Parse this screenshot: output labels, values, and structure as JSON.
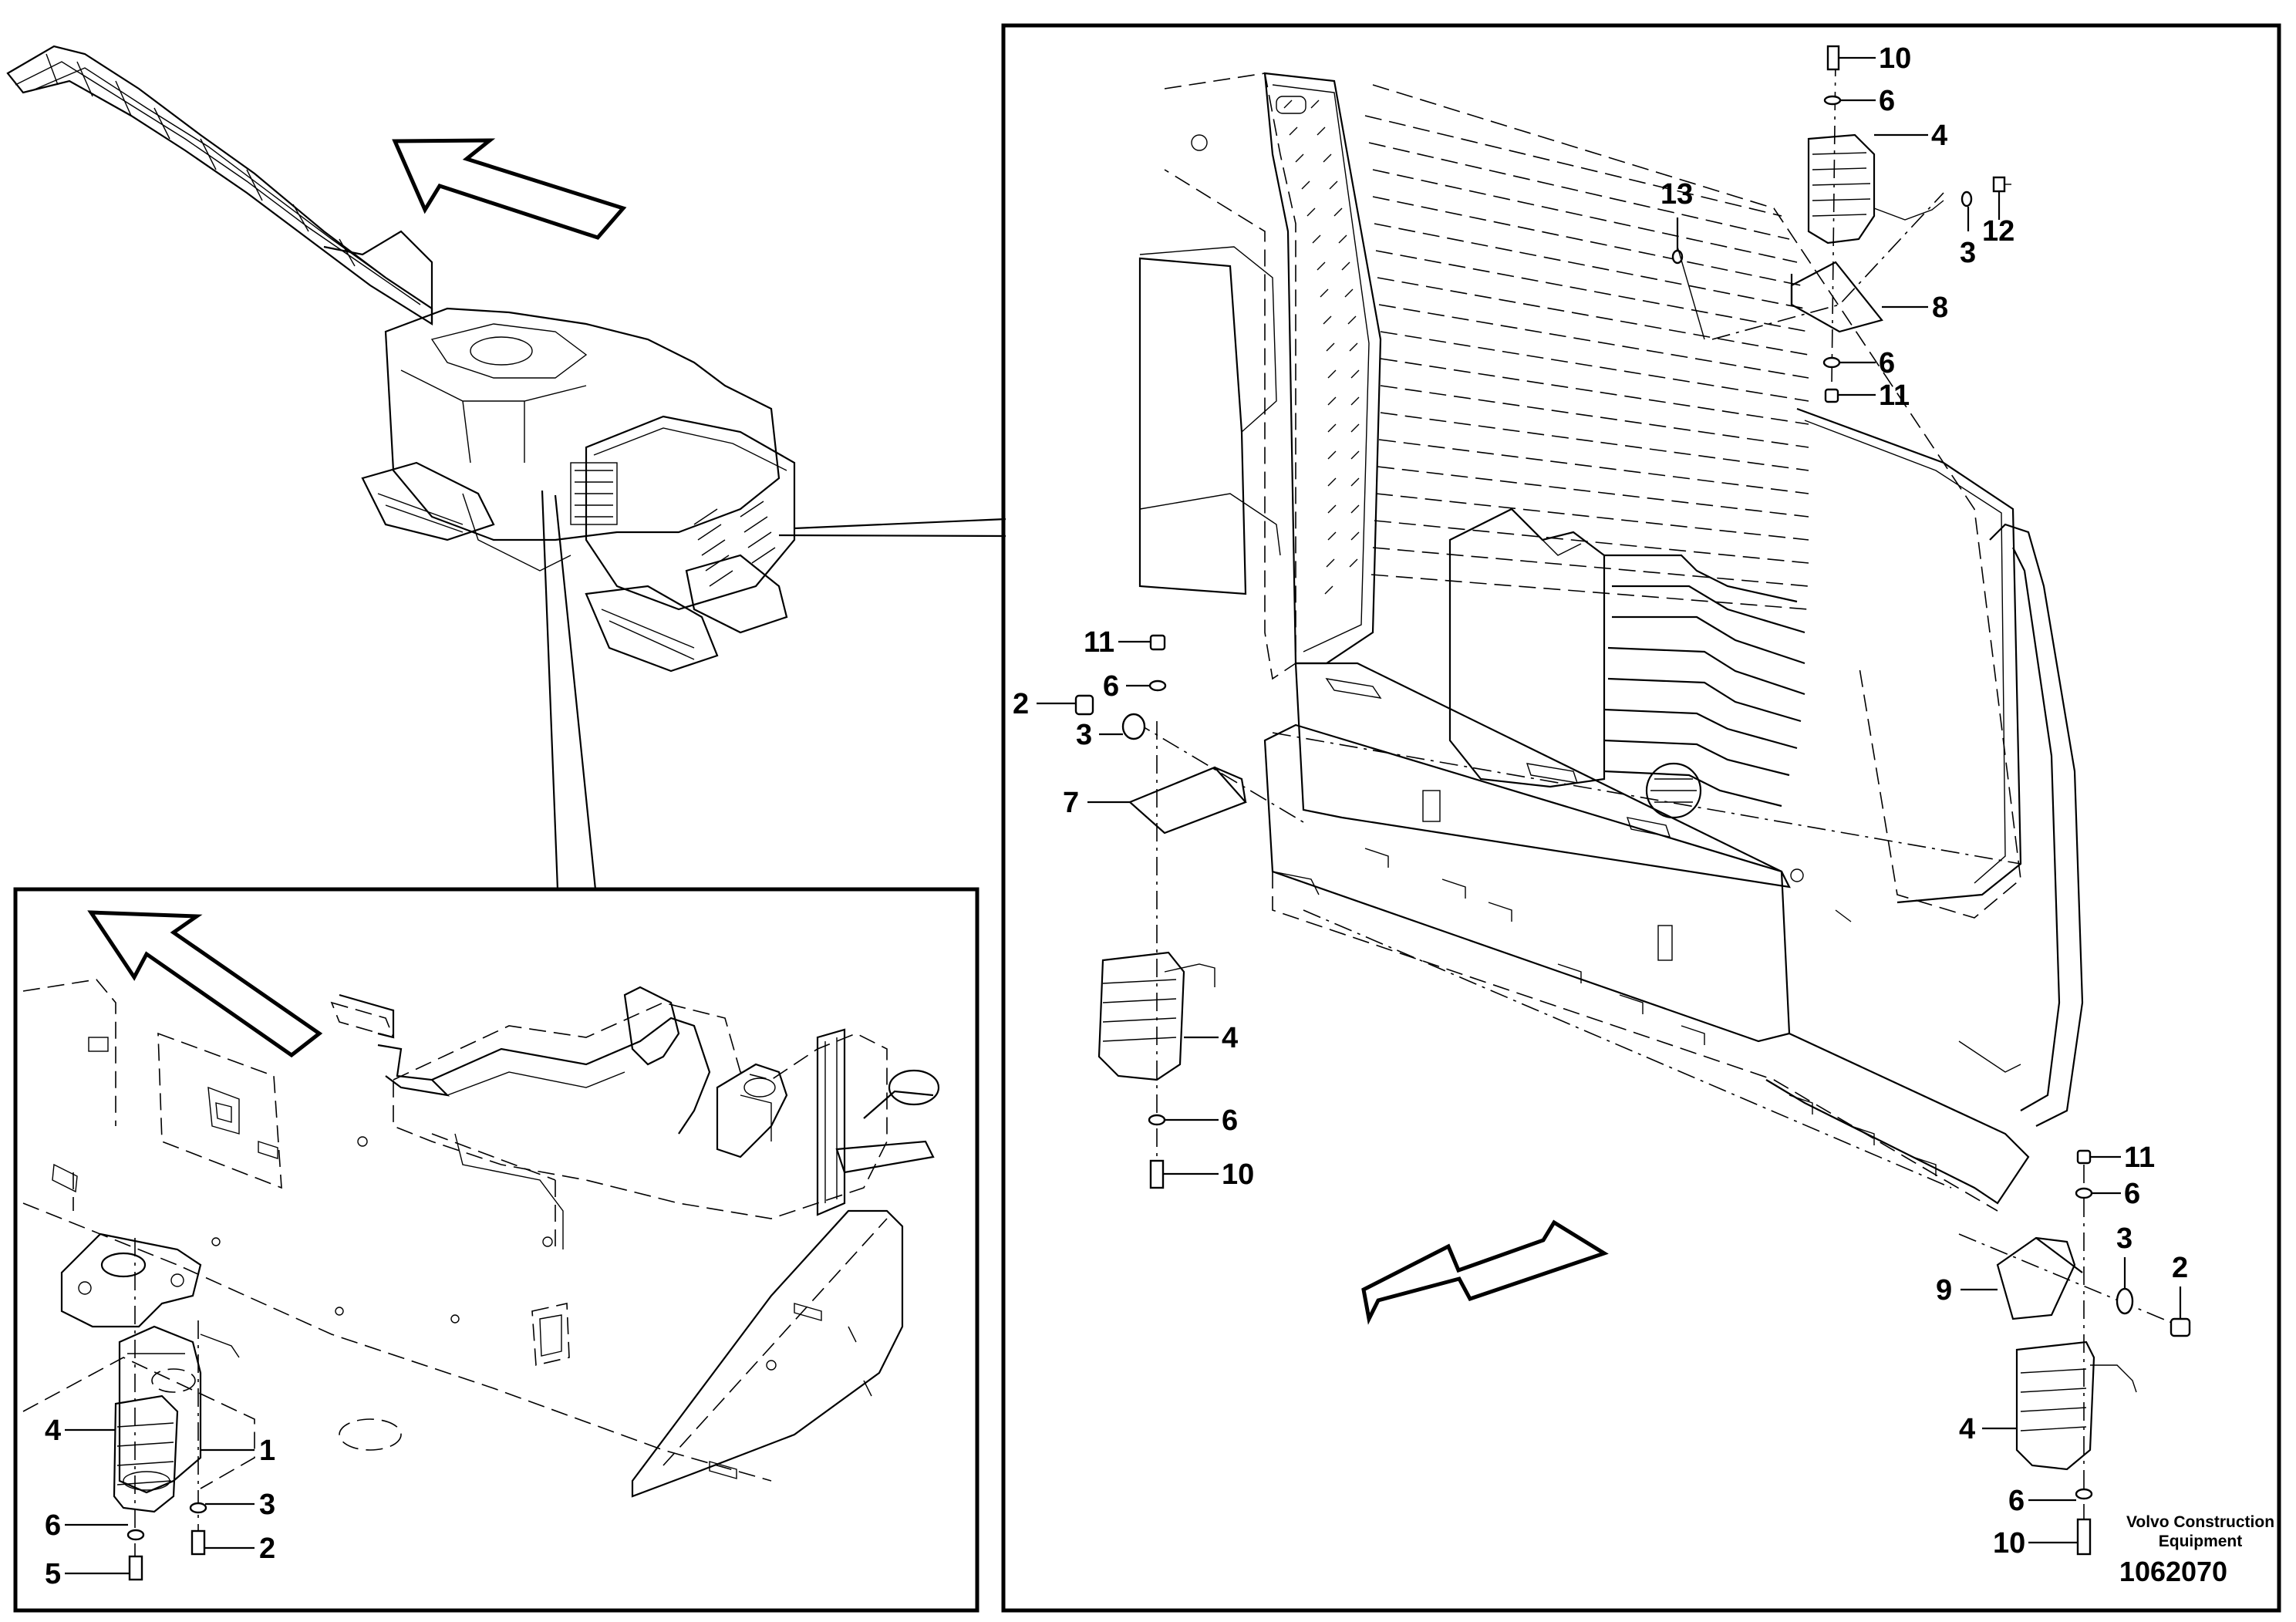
{
  "document": {
    "manufacturer_line1": "Volvo Construction",
    "manufacturer_line2": "Equipment",
    "document_number": "1062070"
  },
  "callouts": {
    "detail_right": {
      "top_bolt": "10",
      "top_washer": "6",
      "top_lamp": "4",
      "top_side_bolt": "12",
      "top_side_washer": "3",
      "top_bracket": "8",
      "top_lower_washer": "6",
      "top_nut": "11",
      "top_screw": "13",
      "left_nut": "11",
      "left_washer": "6",
      "left_bolt": "2",
      "left_side_washer": "3",
      "left_bracket": "7",
      "left_lamp": "4",
      "left_lower_washer": "6",
      "left_lower_bolt": "10",
      "right_nut": "11",
      "right_washer": "6",
      "right_side_washer": "3",
      "right_bolt": "2",
      "right_bracket": "9",
      "right_lamp": "4",
      "right_lower_washer": "6",
      "right_lower_bolt": "10"
    },
    "detail_left": {
      "lamp": "4",
      "bracket": "1",
      "washer_right": "3",
      "washer_left": "6",
      "bolt_right": "2",
      "bolt_left": "5"
    }
  }
}
